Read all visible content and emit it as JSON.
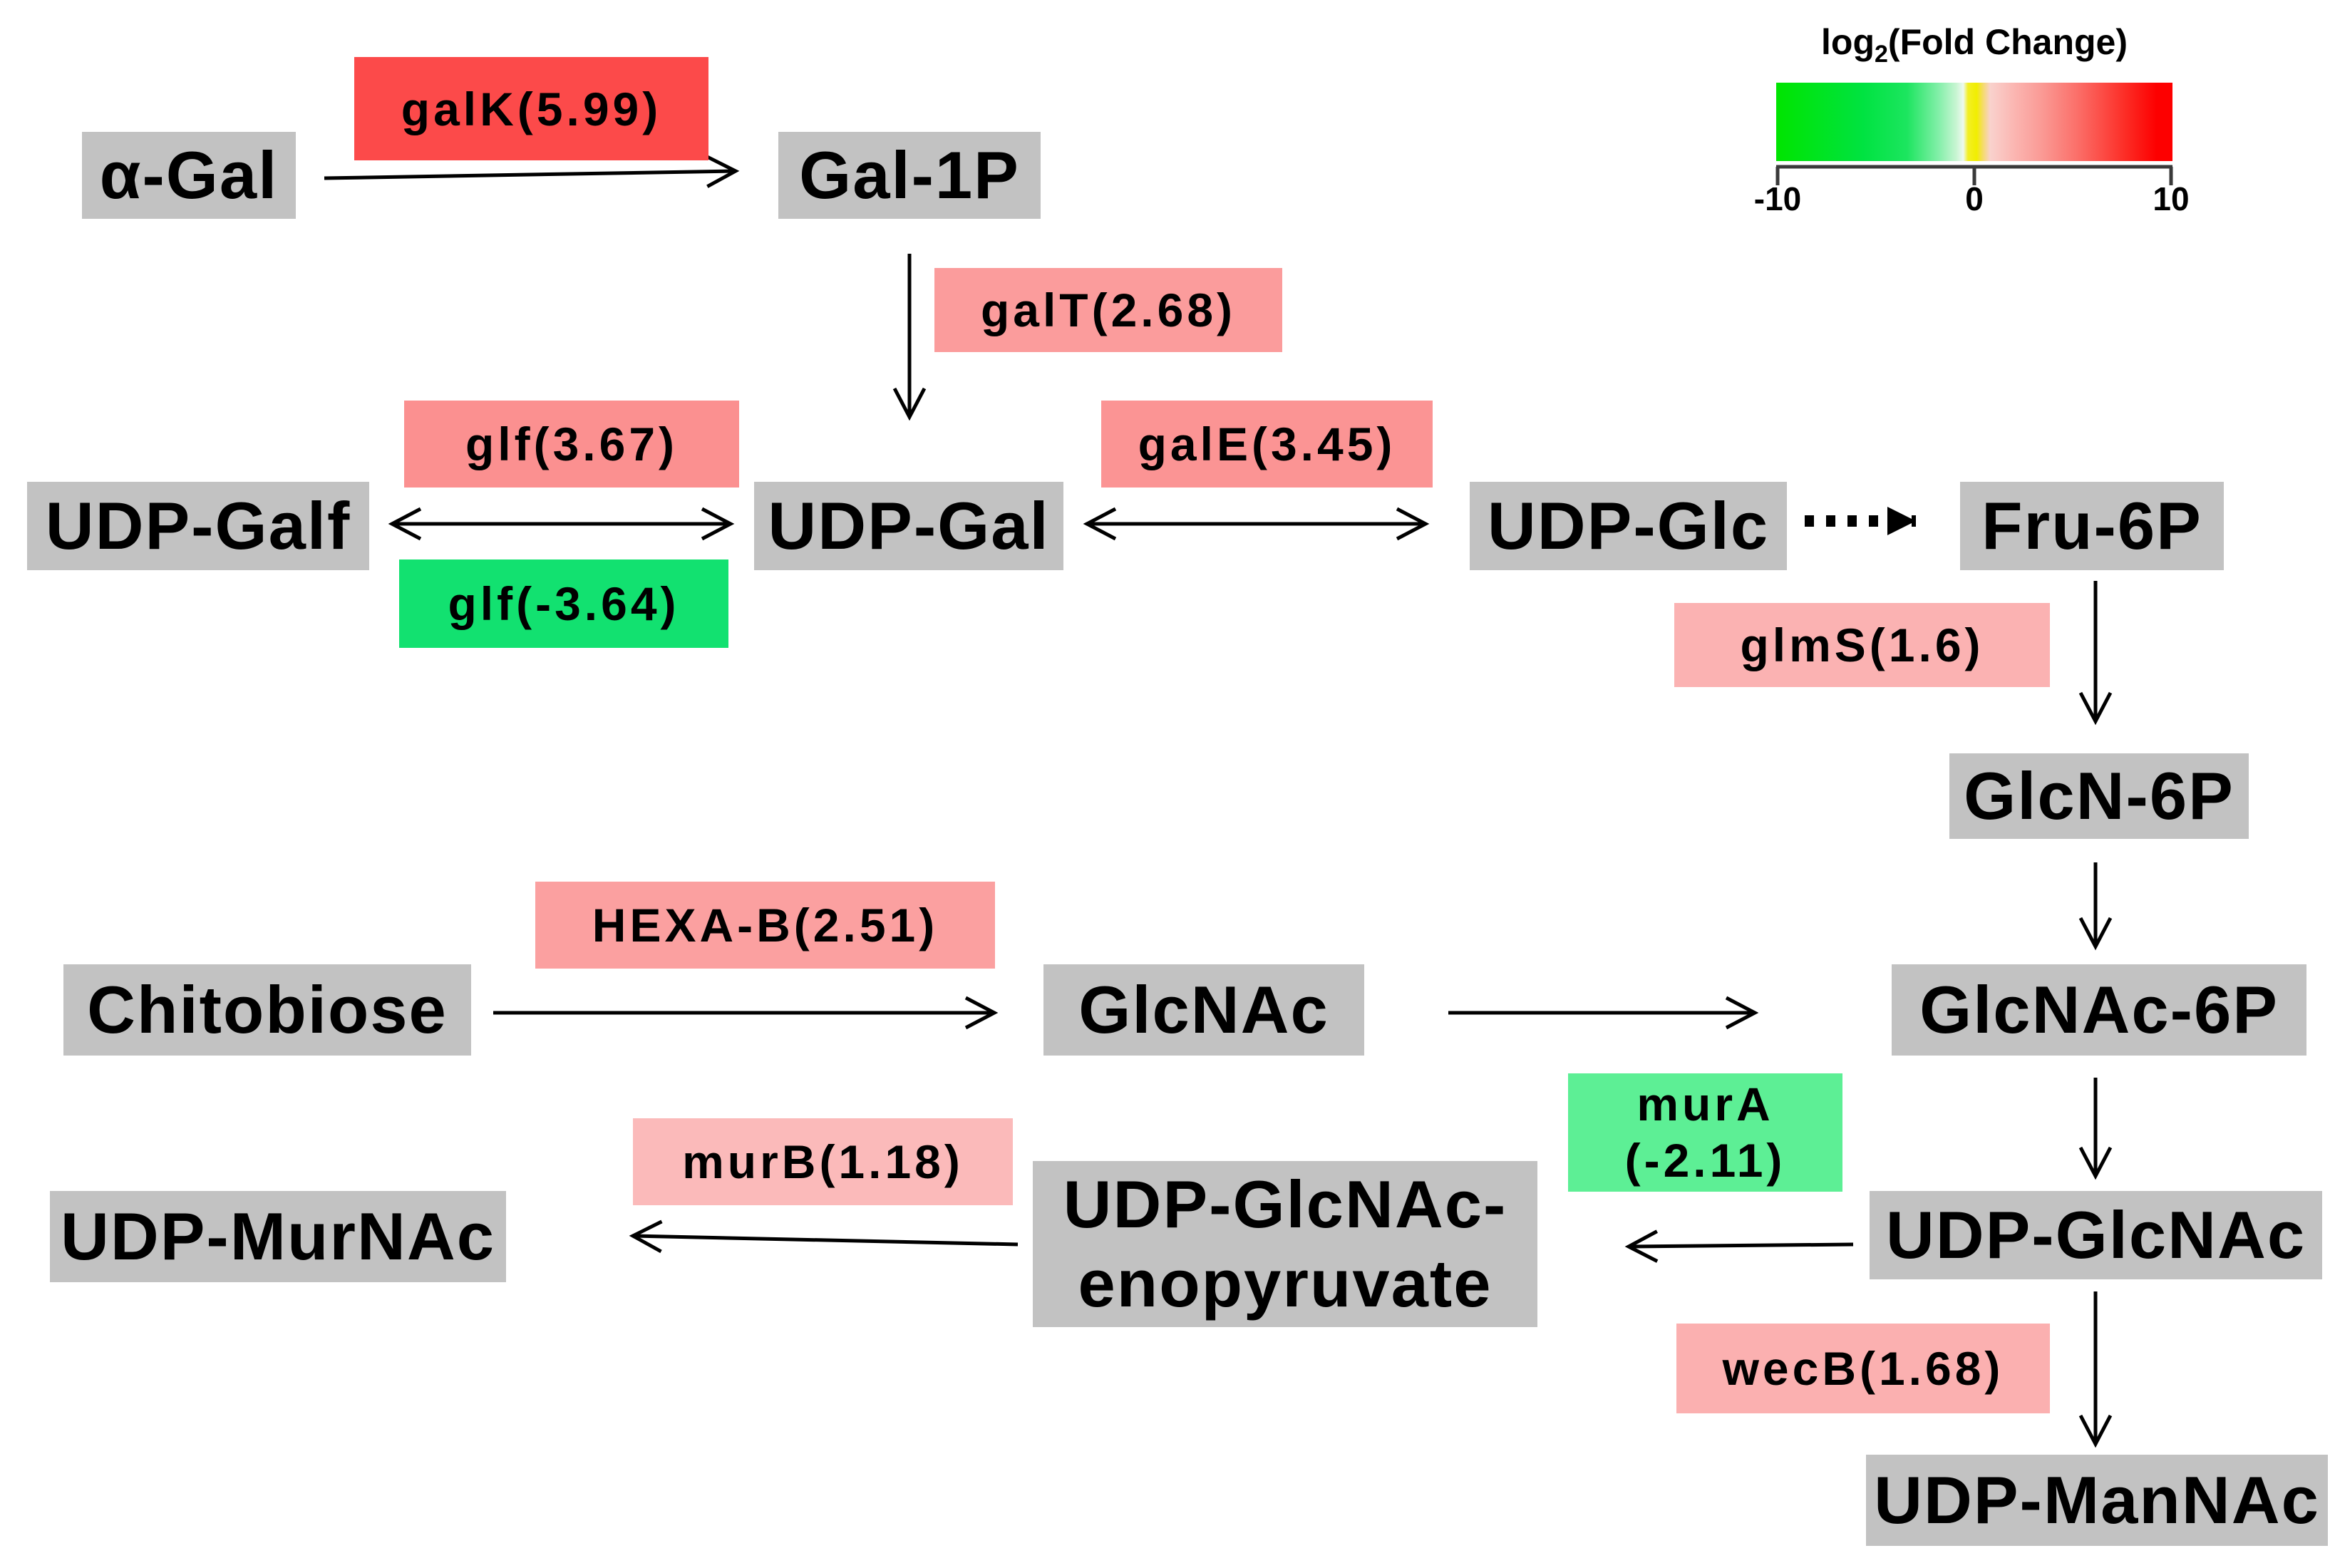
{
  "legend": {
    "title_prefix": "log",
    "title_sub": "2",
    "title_suffix": "(Fold Change)",
    "ticks": [
      "-10",
      "0",
      "10"
    ],
    "scale_min": -10,
    "scale_max": 10,
    "color_negative": "#00e400",
    "color_zero": "#f1ee00",
    "color_positive": "#fd0000",
    "metabolite_fill": "#c2c2c2"
  },
  "metabolites": {
    "alpha_gal": {
      "label": "α-Gal"
    },
    "gal_1p": {
      "label": "Gal-1P"
    },
    "udp_galf": {
      "label": "UDP-Galf"
    },
    "udp_gal": {
      "label": "UDP-Gal"
    },
    "udp_glc": {
      "label": "UDP-Glc"
    },
    "fru_6p": {
      "label": "Fru-6P"
    },
    "glcn_6p": {
      "label": "GlcN-6P"
    },
    "chitobiose": {
      "label": "Chitobiose"
    },
    "glcnac": {
      "label": "GlcNAc"
    },
    "glcnac_6p": {
      "label": "GlcNAc-6P"
    },
    "udp_glcnac": {
      "label": "UDP-GlcNAc"
    },
    "udp_glcnac_enopyruvate": {
      "line1": "UDP-GlcNAc-",
      "line2": "enopyruvate"
    },
    "udp_murnac": {
      "label": "UDP-MurNAc"
    },
    "udp_mannac": {
      "label": "UDP-ManNAc"
    }
  },
  "genes": {
    "galK": {
      "label": "galK(5.99)",
      "fold_change": 5.99,
      "color": "#fc4a4a"
    },
    "galT": {
      "label": "galT(2.68)",
      "fold_change": 2.68,
      "color": "#fb9c9c"
    },
    "glf_forward": {
      "label": "glf(3.67)",
      "fold_change": 3.67,
      "color": "#fb9090"
    },
    "glf_reverse": {
      "label": "glf(-3.64)",
      "fold_change": -3.64,
      "color": "#12e170"
    },
    "galE": {
      "label": "galE(3.45)",
      "fold_change": 3.45,
      "color": "#fb9494"
    },
    "glmS": {
      "label": "glmS(1.6)",
      "fold_change": 1.6,
      "color": "#fbb2b2"
    },
    "HEXA_B": {
      "label": "HEXA-B(2.51)",
      "fold_change": 2.51,
      "color": "#fba0a0"
    },
    "murA": {
      "line1": "murA",
      "line2": "(-2.11)",
      "fold_change": -2.11,
      "color": "#5def95"
    },
    "murB": {
      "label": "murB(1.18)",
      "fold_change": 1.18,
      "color": "#fbbaba"
    },
    "wecB": {
      "label": "wecB(1.68)",
      "fold_change": 1.68,
      "color": "#fbb0b0"
    }
  }
}
